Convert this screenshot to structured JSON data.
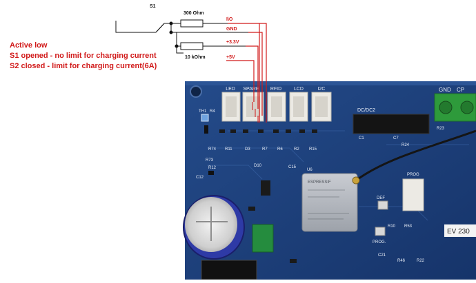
{
  "schematic": {
    "switch_label": "S1",
    "resistor_top_label": "300 Ohm",
    "resistor_bottom_label": "10 kOhm",
    "signals": [
      "I\\O",
      "GND",
      "+3.3V",
      "+5V"
    ]
  },
  "notes": {
    "line1": "Active low",
    "line2": "S1 opened - no limit for charging current",
    "line3": "S2 closed - limit for charging current(6A)"
  },
  "board": {
    "connector_labels": [
      "LED",
      "SPARE",
      "RFID",
      "LCD",
      "I2C"
    ],
    "corner_label": "GND",
    "corner_label_2": "CP",
    "section_label": "DC/DC2",
    "module_label": "ESPRESSIF",
    "button_labels": [
      "PROG",
      "PROG.",
      "DEF"
    ],
    "product_label": "EV 230",
    "component_refs": [
      "TH1",
      "R4",
      "R74",
      "R11",
      "D3",
      "R7",
      "R6",
      "R2",
      "R15",
      "R73",
      "R12",
      "C12",
      "D10",
      "C15",
      "U6",
      "R10",
      "R53",
      "C21",
      "R46",
      "R22",
      "R23",
      "R24",
      "C7",
      "C1"
    ]
  },
  "colors": {
    "wire_red": "#d11a1a",
    "wire_black": "#111111",
    "pcb": "#1d3f78",
    "note_text": "#d11a1a"
  }
}
